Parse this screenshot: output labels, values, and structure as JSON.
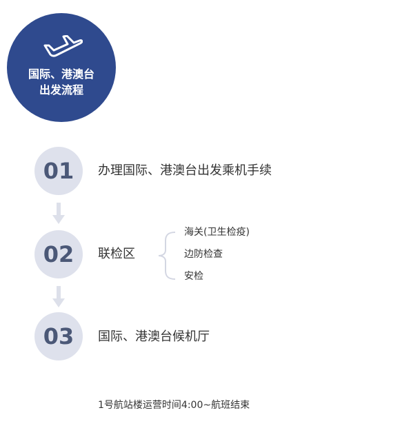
{
  "header": {
    "icon": "airplane-takeoff-icon",
    "title_line1": "国际、港澳台",
    "title_line2": "出发流程",
    "badge_color": "#2f4a8e"
  },
  "steps": [
    {
      "number": "01",
      "label": "办理国际、港澳台出发乘机手续"
    },
    {
      "number": "02",
      "label": "联检区",
      "sub_items": [
        "海关(卫生检疫)",
        "边防检查",
        "安检"
      ]
    },
    {
      "number": "03",
      "label": "国际、港澳台候机厅"
    }
  ],
  "footnote": "1号航站楼运营时间4:00~航班结束",
  "colors": {
    "step_circle": "#dee1ec",
    "step_number": "#4b5877",
    "arrow": "#dde0ea"
  }
}
